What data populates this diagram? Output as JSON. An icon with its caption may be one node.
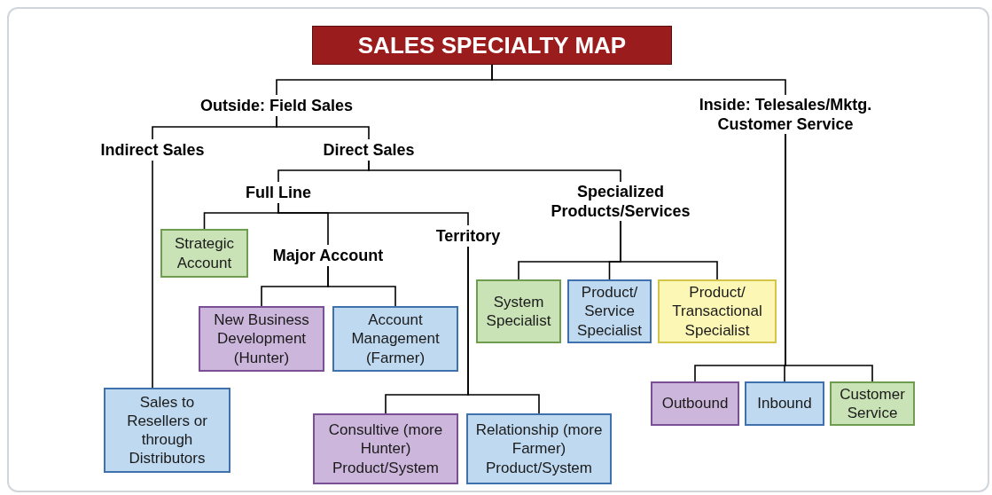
{
  "diagram": {
    "nodes": [
      {
        "text": [
          "SALES SPECIALTY MAP"
        ]
      },
      {
        "text": [
          "Outside: Field Sales"
        ]
      },
      {
        "text": [
          "Inside: Telesales/Mktg. Customer Service"
        ]
      },
      {
        "text": [
          "Indirect Sales"
        ]
      },
      {
        "text": [
          "Direct Sales"
        ]
      },
      {
        "text": [
          "Full Line"
        ]
      },
      {
        "text": [
          "Specialized Products/Services"
        ]
      },
      {
        "text": [
          "Strategic Account"
        ]
      },
      {
        "text": [
          "Major Account"
        ]
      },
      {
        "text": [
          "Territory"
        ]
      },
      {
        "text": [
          "New Business Development (Hunter)"
        ]
      },
      {
        "text": [
          "Account Management (Farmer)"
        ]
      },
      {
        "text": [
          "System Specialist"
        ]
      },
      {
        "text": [
          "Product/ Service Specialist"
        ]
      },
      {
        "text": [
          "Product/ Transactional Specialist"
        ]
      },
      {
        "text": [
          "Sales to Resellers or through Distributors"
        ]
      },
      {
        "text": [
          "Consultive (more Hunter) Product/System"
        ]
      },
      {
        "text": [
          "Relationship (more Farmer) Product/System"
        ]
      },
      {
        "text": [
          "Outbound"
        ]
      },
      {
        "text": [
          "Inbound"
        ]
      },
      {
        "text": [
          "Customer Service"
        ]
      }
    ],
    "edges": [
      {
        "from": 0,
        "to": 1,
        "arrow": "none"
      },
      {
        "from": 0,
        "to": 2,
        "arrow": "none"
      },
      {
        "from": 1,
        "to": 3,
        "arrow": "none"
      },
      {
        "from": 1,
        "to": 4,
        "arrow": "none"
      },
      {
        "from": 3,
        "to": 15,
        "arrow": "none"
      },
      {
        "from": 4,
        "to": 5,
        "arrow": "none"
      },
      {
        "from": 4,
        "to": 6,
        "arrow": "none"
      },
      {
        "from": 5,
        "to": 7,
        "arrow": "none"
      },
      {
        "from": 5,
        "to": 8,
        "arrow": "none"
      },
      {
        "from": 5,
        "to": 9,
        "arrow": "none"
      },
      {
        "from": 8,
        "to": 10,
        "arrow": "none"
      },
      {
        "from": 8,
        "to": 11,
        "arrow": "none"
      },
      {
        "from": 9,
        "to": 16,
        "arrow": "none"
      },
      {
        "from": 9,
        "to": 17,
        "arrow": "none"
      },
      {
        "from": 6,
        "to": 12,
        "arrow": "none"
      },
      {
        "from": 6,
        "to": 13,
        "arrow": "none"
      },
      {
        "from": 6,
        "to": 14,
        "arrow": "none"
      },
      {
        "from": 2,
        "to": 18,
        "arrow": "none"
      },
      {
        "from": 2,
        "to": 19,
        "arrow": "none"
      },
      {
        "from": 2,
        "to": 20,
        "arrow": "none"
      }
    ]
  }
}
